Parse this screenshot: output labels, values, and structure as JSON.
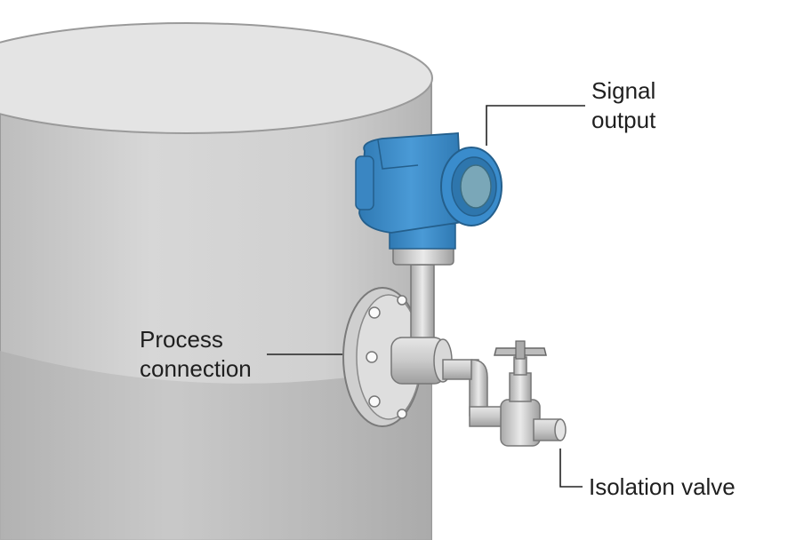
{
  "labels": {
    "signal_output": "Signal\noutput",
    "process_connection": "Process\nconnection",
    "isolation_valve": "Isolation valve"
  },
  "colors": {
    "background": "#ffffff",
    "tank_body": "#cfcfcf",
    "tank_top": "#e6e6e6",
    "transmitter_blue": "#3f8fc9",
    "transmitter_dark": "#2a6fa3",
    "metal": "#c9c9c9",
    "metal_dark": "#9a9a9a",
    "leader_line": "#222222"
  },
  "icons": {
    "tank": "vessel-icon",
    "transmitter": "pressure-transmitter-icon",
    "flange": "flange-icon",
    "valve": "isolation-valve-icon"
  }
}
